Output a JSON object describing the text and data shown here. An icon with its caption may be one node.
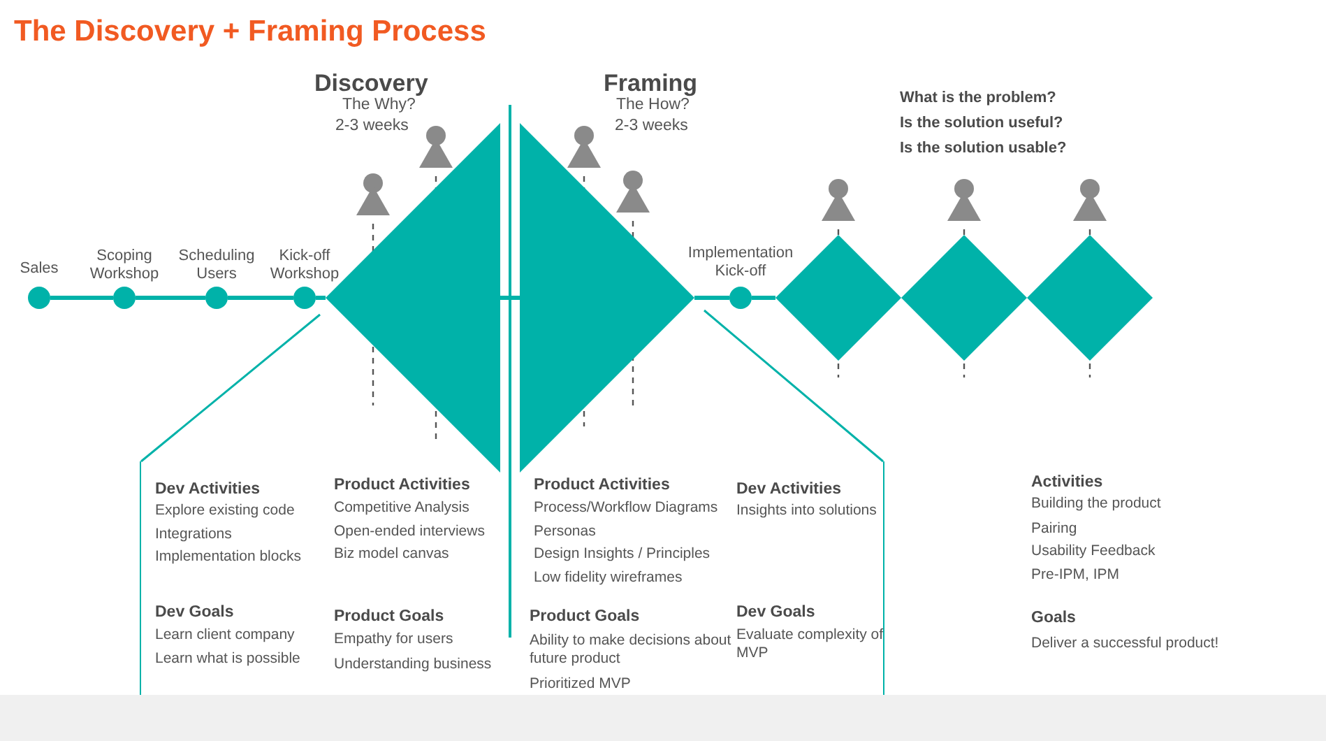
{
  "diagram": {
    "title": "The Discovery + Framing Process",
    "nodes": [
      {
        "text": [
          "Sales"
        ]
      },
      {
        "text": [
          "Scoping Workshop"
        ]
      },
      {
        "text": [
          "Scheduling Users"
        ]
      },
      {
        "text": [
          "Kick-off Workshop"
        ]
      },
      {
        "text": [
          "Discovery",
          "The Why?",
          "2-3 weeks"
        ]
      },
      {
        "text": [
          "Framing",
          "The How?",
          "2-3 weeks"
        ]
      },
      {
        "text": [
          "Implementation Kick-off"
        ]
      },
      {
        "text": [],
        "shape": "diamond"
      },
      {
        "text": [],
        "shape": "diamond"
      },
      {
        "text": [],
        "shape": "diamond"
      },
      {
        "text": [
          "Dev Activities",
          "Explore existing code",
          "Integrations",
          "Implementation blocks",
          "Dev Goals",
          "Learn client company",
          "Learn what is possible",
          "Product Activities",
          "Competitive Analysis",
          "Open-ended interviews",
          "Biz model canvas",
          "Product Goals",
          "Empathy for users",
          "Understanding business"
        ]
      },
      {
        "text": [
          "Product Activities",
          "Process/Workflow Diagrams",
          "Personas",
          "Design Insights / Principles",
          "Low fidelity wireframes",
          "Product Goals",
          "Ability to make decisions about future product",
          "Prioritized MVP",
          "Dev Activities",
          "Insights into solutions",
          "Dev Goals",
          "Evaluate complexity of MVP"
        ]
      }
    ],
    "edges": [
      {
        "from": 0,
        "to": 1,
        "arrow": "none"
      },
      {
        "from": 1,
        "to": 2,
        "arrow": "none"
      },
      {
        "from": 2,
        "to": 3,
        "arrow": "none"
      },
      {
        "from": 3,
        "to": 4,
        "arrow": "none"
      },
      {
        "from": 4,
        "to": 5,
        "arrow": "none"
      },
      {
        "from": 5,
        "to": 6,
        "arrow": "none"
      },
      {
        "from": 6,
        "to": 7,
        "arrow": "none"
      }
    ],
    "labels": [
      "What is the problem?",
      "Is the solution useful?",
      "Is the solution usable?",
      "Activities",
      "Building the product",
      "Pairing",
      "Usability Feedback",
      "Pre-IPM, IPM",
      "Goals",
      "Deliver a successful product!"
    ]
  }
}
